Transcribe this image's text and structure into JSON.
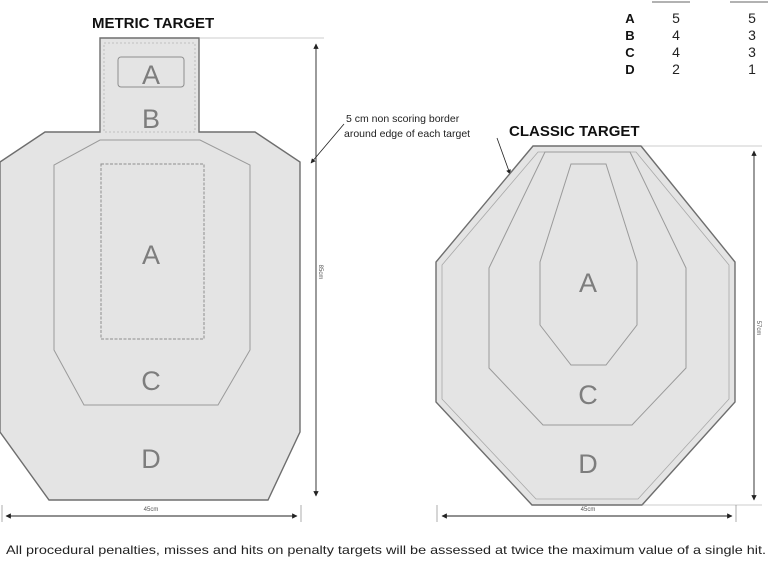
{
  "metric": {
    "title": "METRIC TARGET",
    "zone_a_head": "A",
    "zone_b": "B",
    "zone_a": "A",
    "zone_c": "C",
    "zone_d": "D",
    "width_label": "45cm",
    "height_label": "85cm"
  },
  "classic": {
    "title": "CLASSIC TARGET",
    "zone_a": "A",
    "zone_c": "C",
    "zone_d": "D",
    "width_label": "45cm",
    "height_label": "57cm"
  },
  "border_note": {
    "line1": "5 cm non scoring border",
    "line2": "around edge of each target"
  },
  "score_table": {
    "rows": [
      {
        "zone": "A",
        "col1": "5",
        "col2": "5"
      },
      {
        "zone": "B",
        "col1": "4",
        "col2": "3"
      },
      {
        "zone": "C",
        "col1": "4",
        "col2": "3"
      },
      {
        "zone": "D",
        "col1": "2",
        "col2": "1"
      }
    ]
  },
  "footer": "All procedural penalties, misses and hits on penalty targets will be assessed at twice the maximum value of a single hit.",
  "colors": {
    "target_fill": "#e4e4e4",
    "zone_line": "#9a9a9a",
    "outline": "#6e6e6e",
    "text": "#111111"
  }
}
